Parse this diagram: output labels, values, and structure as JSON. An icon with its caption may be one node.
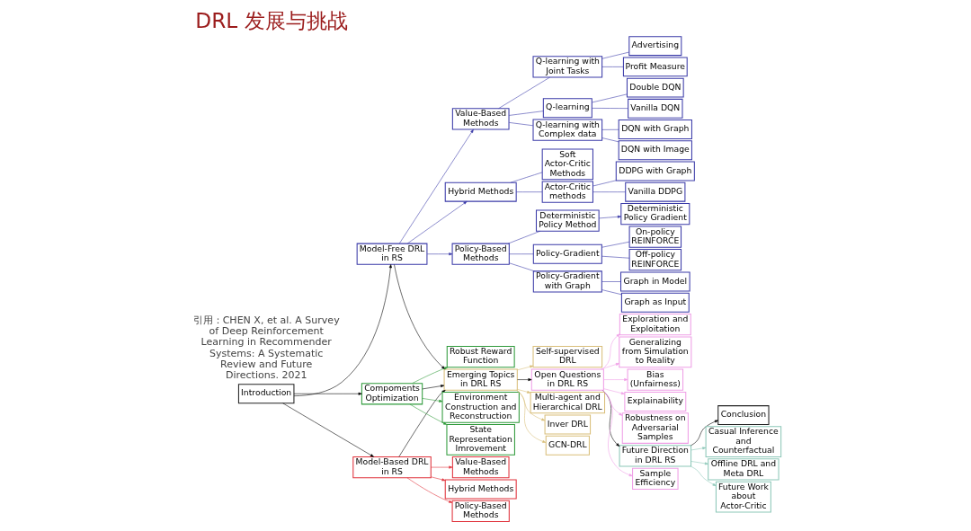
{
  "diagram": {
    "title": "DRL 发展与挑战",
    "caption": "引用：CHEN X, et al. A Survey of Deep Reinforcement Learning in Recommender Systems: A Systematic Review and Future Directions. 2021",
    "nodes": [
      {
        "text": [
          "Introduction"
        ]
      },
      {
        "text": [
          "Model-Based DRL in RS"
        ]
      },
      {
        "text": [
          "Model-Free DRL in RS"
        ]
      },
      {
        "text": [
          "Compoments Optimization"
        ]
      },
      {
        "text": [
          "Emerging Topics in DRL RS"
        ]
      },
      {
        "text": [
          "Open Questions in DRL RS"
        ]
      },
      {
        "text": [
          "Future Direction in DRL RS"
        ]
      },
      {
        "text": [
          "Conclusion"
        ]
      },
      {
        "text": [
          "Value-Based Methods"
        ]
      },
      {
        "text": [
          "Hybrid Methods"
        ]
      },
      {
        "text": [
          "Policy-Based Methods"
        ]
      },
      {
        "text": [
          "Environment Construction and Reconstruction"
        ]
      },
      {
        "text": [
          "State Representation Imrovement"
        ]
      },
      {
        "text": [
          "Robust Reward Function"
        ]
      },
      {
        "text": [
          "Multi-agent and Hierarchical DRL"
        ]
      },
      {
        "text": [
          "Inver DRL"
        ]
      },
      {
        "text": [
          "GCN-DRL"
        ]
      },
      {
        "text": [
          "Self-supervised DRL"
        ]
      },
      {
        "text": [
          "Value-Based Methods"
        ]
      },
      {
        "text": [
          "Hybrid Methods"
        ]
      },
      {
        "text": [
          "Policy-Based Methods"
        ]
      },
      {
        "text": [
          "Q-learning"
        ]
      },
      {
        "text": [
          "Q-learning with Complex data"
        ]
      },
      {
        "text": [
          "Q-learning with Joint Tasks"
        ]
      },
      {
        "text": [
          "Actor-Critic methods"
        ]
      },
      {
        "text": [
          "Soft Actor-Critic Methods"
        ]
      },
      {
        "text": [
          "Policy-Gradient"
        ]
      },
      {
        "text": [
          "Policy-Gradient with Graph"
        ]
      },
      {
        "text": [
          "Deterministic Policy Method"
        ]
      },
      {
        "text": [
          "Vanilla DQN"
        ]
      },
      {
        "text": [
          "Double DQN"
        ]
      },
      {
        "text": [
          "DQN with Image"
        ]
      },
      {
        "text": [
          "DQN with Graph"
        ]
      },
      {
        "text": [
          "Profit Measure"
        ]
      },
      {
        "text": [
          "Advertising"
        ]
      },
      {
        "text": [
          "Vanilla DDPG"
        ]
      },
      {
        "text": [
          "DDPG with Graph"
        ]
      },
      {
        "text": [
          "On-policy REINFORCE"
        ]
      },
      {
        "text": [
          "Off-policy REINFORCE"
        ]
      },
      {
        "text": [
          "Graph in Model"
        ]
      },
      {
        "text": [
          "Graph as Input"
        ]
      },
      {
        "text": [
          "Deterministic Policy Gradient"
        ]
      },
      {
        "text": [
          "Casual Inference and Counterfactual"
        ]
      },
      {
        "text": [
          "Offline DRL and Meta DRL"
        ]
      },
      {
        "text": [
          "Future Work about Actor-Critic"
        ]
      },
      {
        "text": [
          "Sample Efficiency"
        ]
      },
      {
        "text": [
          "Exploration and Exploitation"
        ]
      },
      {
        "text": [
          "Generalizing from Simulation to Reality"
        ]
      },
      {
        "text": [
          "Bias (Unfairness)"
        ]
      },
      {
        "text": [
          "Explainability"
        ]
      },
      {
        "text": [
          "Robustness on Adversarial Samples"
        ]
      }
    ],
    "edges": [
      {
        "from": 0,
        "to": 1,
        "arrow": "to",
        "color": "#000000"
      },
      {
        "from": 0,
        "to": 2,
        "arrow": "to",
        "color": "#000000"
      },
      {
        "from": 0,
        "to": 3,
        "arrow": "to",
        "color": "#000000"
      },
      {
        "from": 1,
        "to": 4,
        "arrow": "to",
        "color": "#000000"
      },
      {
        "from": 2,
        "to": 4,
        "arrow": "to",
        "color": "#000000"
      },
      {
        "from": 3,
        "to": 4,
        "arrow": "to",
        "color": "#000000"
      },
      {
        "from": 4,
        "to": 5,
        "arrow": "to",
        "color": "#000000"
      },
      {
        "from": 5,
        "to": 6,
        "arrow": "to",
        "color": "#000000"
      },
      {
        "from": 6,
        "to": 7,
        "arrow": "to",
        "color": "#000000"
      },
      {
        "from": 1,
        "to": 8,
        "arrow": "to",
        "color": "#e0303a"
      },
      {
        "from": 1,
        "to": 9,
        "arrow": "to",
        "color": "#e0303a"
      },
      {
        "from": 1,
        "to": 10,
        "arrow": "to",
        "color": "#e0303a"
      },
      {
        "from": 3,
        "to": 11,
        "arrow": "to",
        "color": "#2e9a3a"
      },
      {
        "from": 3,
        "to": 12,
        "arrow": "to",
        "color": "#2e9a3a"
      },
      {
        "from": 3,
        "to": 13,
        "arrow": "to",
        "color": "#2e9a3a"
      },
      {
        "from": 4,
        "to": 14,
        "arrow": "to",
        "color": "#d9be7a"
      },
      {
        "from": 4,
        "to": 15,
        "arrow": "to",
        "color": "#d9be7a"
      },
      {
        "from": 4,
        "to": 16,
        "arrow": "to",
        "color": "#d9be7a"
      },
      {
        "from": 4,
        "to": 17,
        "arrow": "to",
        "color": "#d9be7a"
      },
      {
        "from": 2,
        "to": 18,
        "arrow": "to"
      },
      {
        "from": 2,
        "to": 19,
        "arrow": "to"
      },
      {
        "from": 2,
        "to": 20,
        "arrow": "to"
      },
      {
        "from": 18,
        "to": 21,
        "arrow": "none"
      },
      {
        "from": 18,
        "to": 22,
        "arrow": "none"
      },
      {
        "from": 18,
        "to": 23,
        "arrow": "none"
      },
      {
        "from": 19,
        "to": 24,
        "arrow": "none"
      },
      {
        "from": 19,
        "to": 25,
        "arrow": "none"
      },
      {
        "from": 20,
        "to": 26,
        "arrow": "none"
      },
      {
        "from": 20,
        "to": 27,
        "arrow": "none"
      },
      {
        "from": 20,
        "to": 28,
        "arrow": "none"
      },
      {
        "from": 21,
        "to": 29,
        "arrow": "none"
      },
      {
        "from": 21,
        "to": 30,
        "arrow": "none"
      },
      {
        "from": 22,
        "to": 31,
        "arrow": "none"
      },
      {
        "from": 22,
        "to": 32,
        "arrow": "none"
      },
      {
        "from": 23,
        "to": 33,
        "arrow": "none"
      },
      {
        "from": 23,
        "to": 34,
        "arrow": "none"
      },
      {
        "from": 24,
        "to": 35,
        "arrow": "none"
      },
      {
        "from": 24,
        "to": 36,
        "arrow": "none"
      },
      {
        "from": 26,
        "to": 37,
        "arrow": "none"
      },
      {
        "from": 26,
        "to": 38,
        "arrow": "none"
      },
      {
        "from": 27,
        "to": 39,
        "arrow": "none"
      },
      {
        "from": 27,
        "to": 40,
        "arrow": "none"
      },
      {
        "from": 28,
        "to": 41,
        "arrow": "to"
      },
      {
        "from": 6,
        "to": 42,
        "arrow": "to",
        "color": "#8cc7b8"
      },
      {
        "from": 6,
        "to": 43,
        "arrow": "to",
        "color": "#8cc7b8"
      },
      {
        "from": 6,
        "to": 44,
        "arrow": "to",
        "color": "#8cc7b8"
      },
      {
        "from": 5,
        "to": 45,
        "arrow": "to",
        "color": "#ef9ee6"
      },
      {
        "from": 5,
        "to": 46,
        "arrow": "to",
        "color": "#ef9ee6"
      },
      {
        "from": 5,
        "to": 47,
        "arrow": "to",
        "color": "#ef9ee6"
      },
      {
        "from": 5,
        "to": 48,
        "arrow": "to",
        "color": "#ef9ee6"
      },
      {
        "from": 5,
        "to": 49,
        "arrow": "to",
        "color": "#ef9ee6"
      },
      {
        "from": 5,
        "to": 50,
        "arrow": "to",
        "color": "#ef9ee6"
      }
    ]
  }
}
